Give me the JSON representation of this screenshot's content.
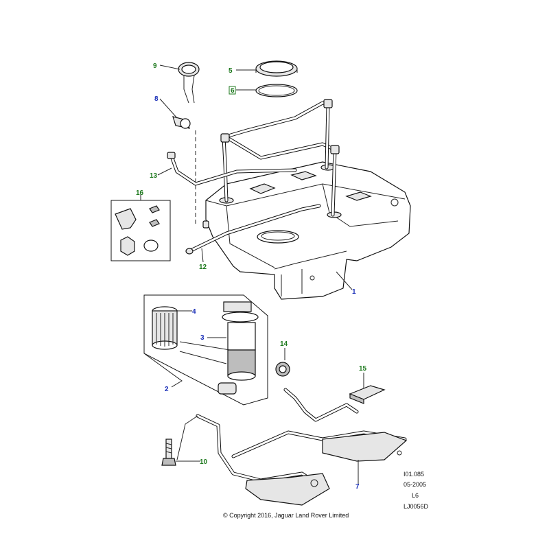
{
  "callouts": [
    {
      "id": "c1",
      "label": "1",
      "color": "blue"
    },
    {
      "id": "c2",
      "label": "2",
      "color": "blue"
    },
    {
      "id": "c3",
      "label": "3",
      "color": "blue"
    },
    {
      "id": "c4",
      "label": "4",
      "color": "blue"
    },
    {
      "id": "c5",
      "label": "5",
      "color": "green"
    },
    {
      "id": "c6",
      "label": "6",
      "color": "green"
    },
    {
      "id": "c7",
      "label": "7",
      "color": "blue"
    },
    {
      "id": "c8",
      "label": "8",
      "color": "blue"
    },
    {
      "id": "c9",
      "label": "9",
      "color": "green"
    },
    {
      "id": "c10",
      "label": "10",
      "color": "green"
    },
    {
      "id": "c12",
      "label": "12",
      "color": "green"
    },
    {
      "id": "c13",
      "label": "13",
      "color": "green"
    },
    {
      "id": "c14",
      "label": "14",
      "color": "green"
    },
    {
      "id": "c15",
      "label": "15",
      "color": "green"
    },
    {
      "id": "c16",
      "label": "16",
      "color": "green"
    }
  ],
  "meta": {
    "ref": "I01.085",
    "date": "05-2005",
    "variant": "L6",
    "code": "LJ0056D",
    "copyright": "© Copyright 2016, Jaguar Land Rover Limited"
  },
  "colors": {
    "green": "#1f7a1f",
    "blue": "#1a2fb8",
    "line": "#222222"
  }
}
